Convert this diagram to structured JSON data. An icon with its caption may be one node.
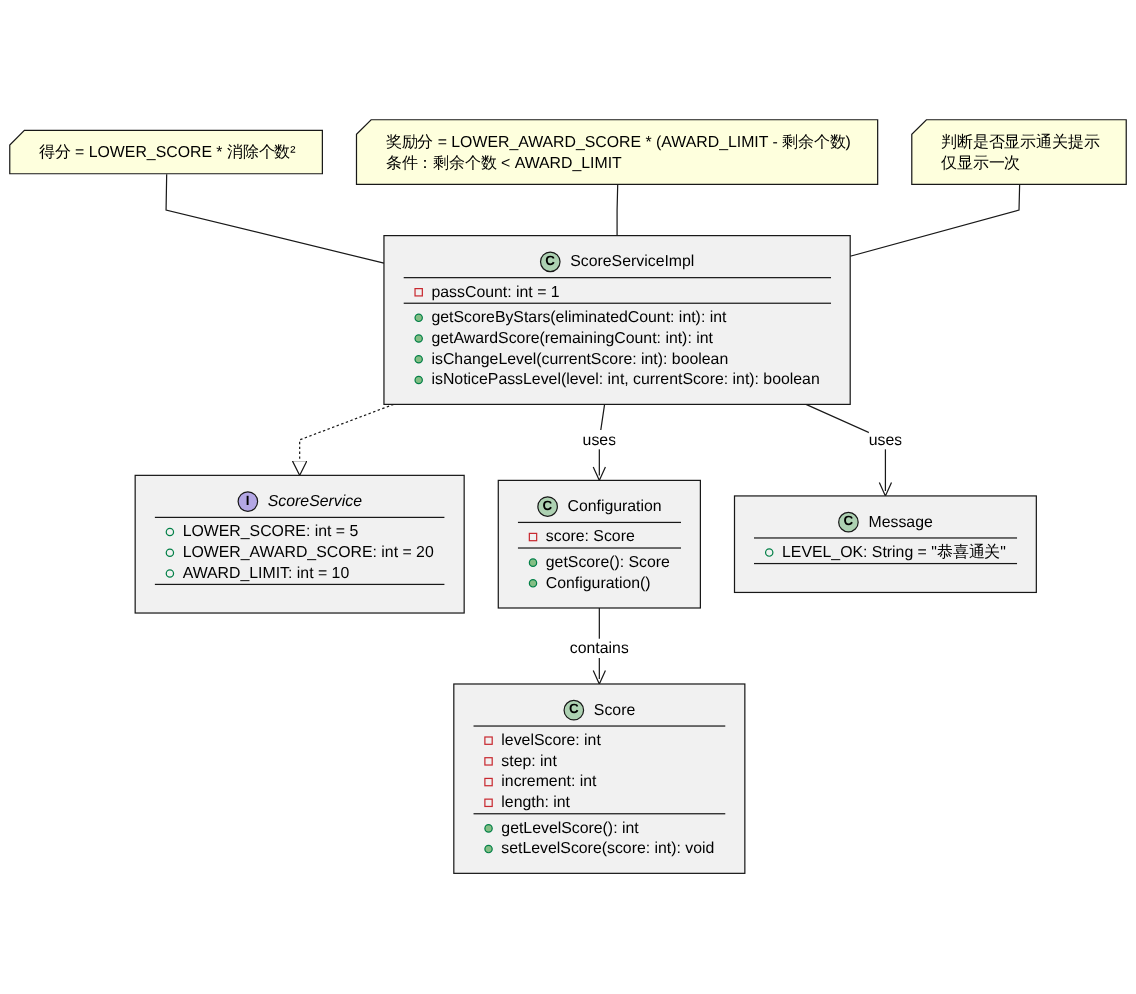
{
  "diagram": {
    "nodes": [
      {
        "text": [
          "I",
          "ScoreService",
          "LOWER_SCORE: int = 5",
          "LOWER_AWARD_SCORE: int = 20",
          "AWARD_LIMIT: int = 10"
        ]
      },
      {
        "text": [
          "C",
          "ScoreServiceImpl",
          "passCount: int = 1",
          "getScoreByStars(eliminatedCount: int): int",
          "getAwardScore(remainingCount: int): int",
          "isChangeLevel(currentScore: int): boolean",
          "isNoticePassLevel(level: int, currentScore: int): boolean"
        ]
      },
      {
        "text": [
          "得分 = LOWER_SCORE * 消除个数²"
        ]
      },
      {
        "text": [
          "奖励分 = LOWER_AWARD_SCORE * (AWARD_LIMIT - 剩余个数)",
          "条件：剩余个数 < AWARD_LIMIT"
        ]
      },
      {
        "text": [
          "判断是否显示通关提示",
          "仅显示一次"
        ]
      },
      {
        "text": [
          "C",
          "Configuration",
          "score: Score",
          "getScore(): Score",
          "Configuration()"
        ]
      },
      {
        "text": [
          "C",
          "Message",
          "LEVEL_OK: String = \"恭喜通关\""
        ]
      },
      {
        "text": [
          "C",
          "Score",
          "levelScore: int",
          "step: int",
          "increment: int",
          "length: int",
          "getLevelScore(): int",
          "setLevelScore(score: int): void"
        ]
      }
    ],
    "edges": [
      {
        "from": 1,
        "to": 0,
        "arrow": "to",
        "style": "dashed"
      },
      {
        "from": 2,
        "to": 1,
        "arrow": "none"
      },
      {
        "from": 3,
        "to": 1,
        "arrow": "none"
      },
      {
        "from": 4,
        "to": 1,
        "arrow": "none"
      },
      {
        "from": 1,
        "to": 5,
        "arrow": "to",
        "label": "uses"
      },
      {
        "from": 1,
        "to": 6,
        "arrow": "to",
        "label": "uses"
      },
      {
        "from": 5,
        "to": 7,
        "arrow": "to",
        "label": "contains"
      }
    ]
  }
}
